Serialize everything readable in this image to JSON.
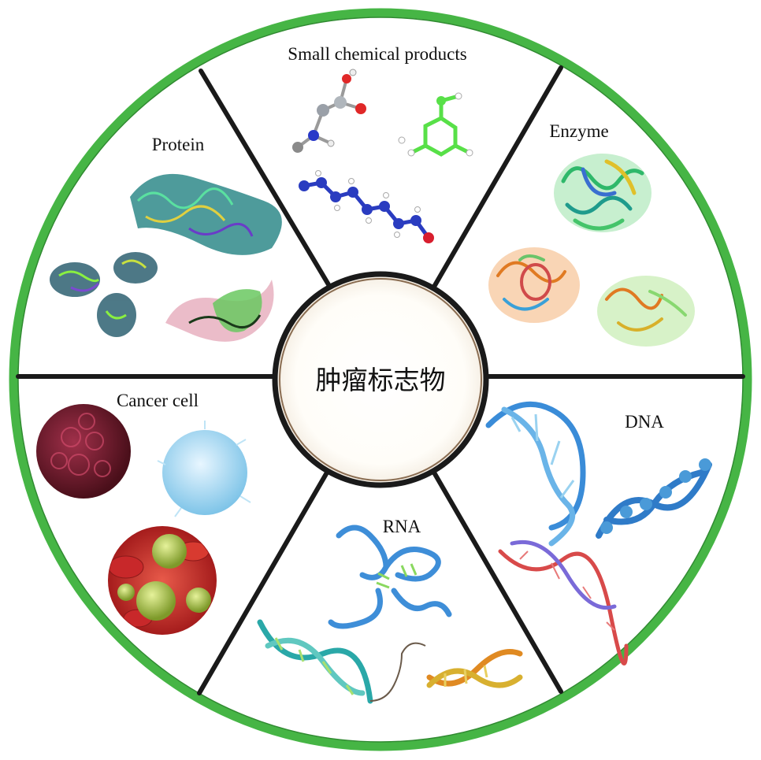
{
  "center": {
    "label": "肿瘤标志物"
  },
  "segments": {
    "small_chemical": {
      "label": "Small chemical products",
      "icon": "molecule-icon"
    },
    "enzyme": {
      "label": "Enzyme",
      "icon": "enzyme-structure-icon"
    },
    "dna": {
      "label": "DNA",
      "icon": "dna-helix-icon"
    },
    "rna": {
      "label": "RNA",
      "icon": "rna-strand-icon"
    },
    "cancer_cell": {
      "label": "Cancer cell",
      "icon": "cell-icon"
    },
    "protein": {
      "label": "Protein",
      "icon": "protein-structure-icon"
    }
  },
  "colors": {
    "ring": "#46b545",
    "divider": "#1a1a1a",
    "center_ring": "#8a6d52"
  }
}
